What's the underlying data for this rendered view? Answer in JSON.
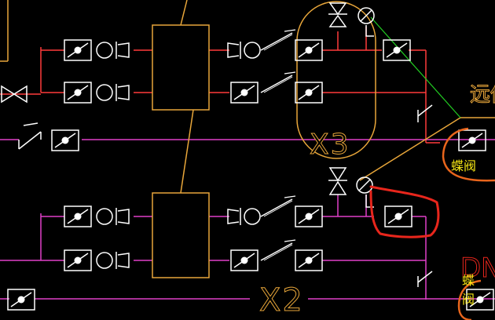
{
  "labels": {
    "x3": "X3",
    "x2": "X2",
    "butterfly_valve_right": "蝶阀",
    "butterfly_valve_bottom": "蝶阀",
    "top_right_cut": "远传",
    "dn_cut": "DN"
  },
  "colors": {
    "background": "#000000",
    "line_red": "#ff3b3b",
    "line_magenta": "#e040c8",
    "equipment_orange": "#e8a63a",
    "symbol_white": "#ffffff",
    "annotation_red": "#e8261c",
    "annotation_orange": "#e8651c",
    "leader_green": "#22cc22",
    "label_yellow": "#f5e614"
  },
  "icons": [
    "valve-box-icon",
    "pump-icon",
    "gate-valve-icon",
    "check-valve-icon",
    "gauge-icon"
  ]
}
